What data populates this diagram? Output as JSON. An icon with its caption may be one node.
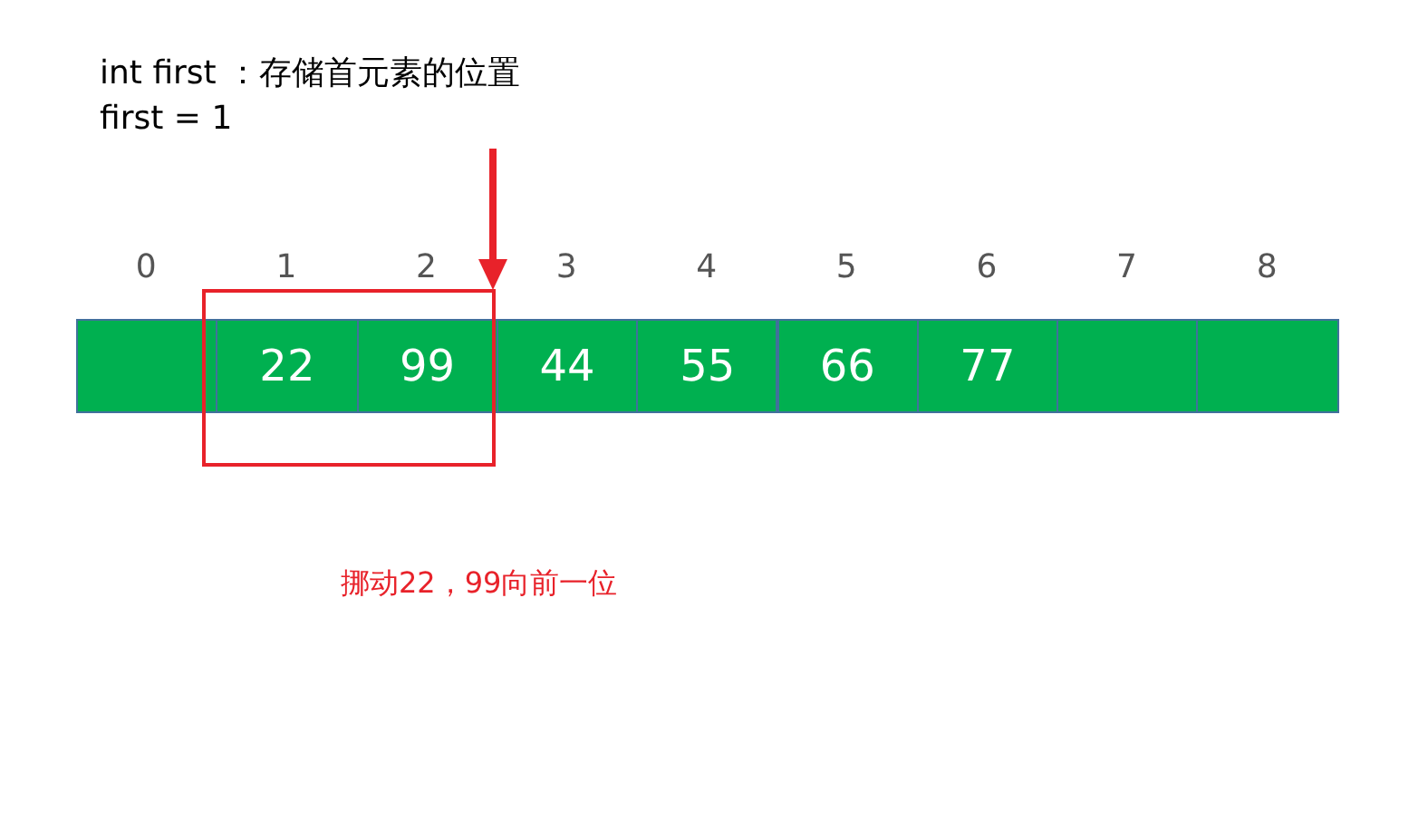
{
  "diagram": {
    "nodes": [
      {
        "text": [],
        "shape": "box"
      },
      {
        "text": [
          "22"
        ]
      },
      {
        "text": [
          "99"
        ]
      },
      {
        "text": [
          "44"
        ]
      },
      {
        "text": [
          "55"
        ]
      },
      {
        "text": [
          "66"
        ]
      },
      {
        "text": [
          "77"
        ]
      },
      {
        "text": [],
        "shape": "box"
      },
      {
        "text": [],
        "shape": "box"
      }
    ],
    "labels": [
      "int first ：存储首元素的位置",
      "first = 1",
      "0",
      "1",
      "2",
      "3",
      "4",
      "5",
      "6",
      "7",
      "8",
      "挪动22，99向前一位"
    ]
  }
}
